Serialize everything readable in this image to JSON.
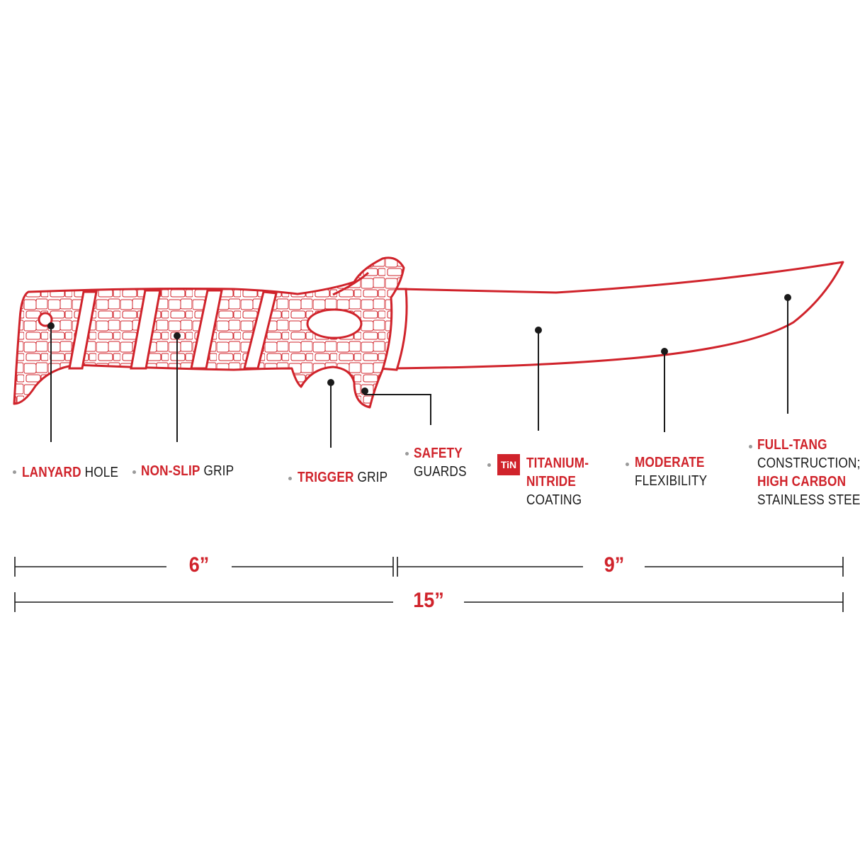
{
  "colors": {
    "accent": "#d0232b",
    "line": "#1a1a1a",
    "bullet": "#9a9a9a"
  },
  "callouts": {
    "lanyard": {
      "red": "LANYARD",
      "rest": " HOLE"
    },
    "nonslip": {
      "red": "NON-SLIP",
      "rest": " GRIP"
    },
    "trigger": {
      "red": "TRIGGER",
      "rest": " GRIP"
    },
    "safety": {
      "red": "SAFETY",
      "line2": "GUARDS"
    },
    "titanium": {
      "badge": "TiN",
      "red1": "TITANIUM-",
      "red2": "NITRIDE",
      "line3": "COATING"
    },
    "moderate": {
      "red": "MODERATE",
      "line2": "FLEXIBILITY"
    },
    "fulltang": {
      "red1": "FULL-TANG",
      "line2": "CONSTRUCTION;",
      "red3": "HIGH CARBON",
      "line4": "STAINLESS STEEL"
    }
  },
  "dimensions": {
    "handle": "6”",
    "blade": "9”",
    "total": "15”"
  }
}
